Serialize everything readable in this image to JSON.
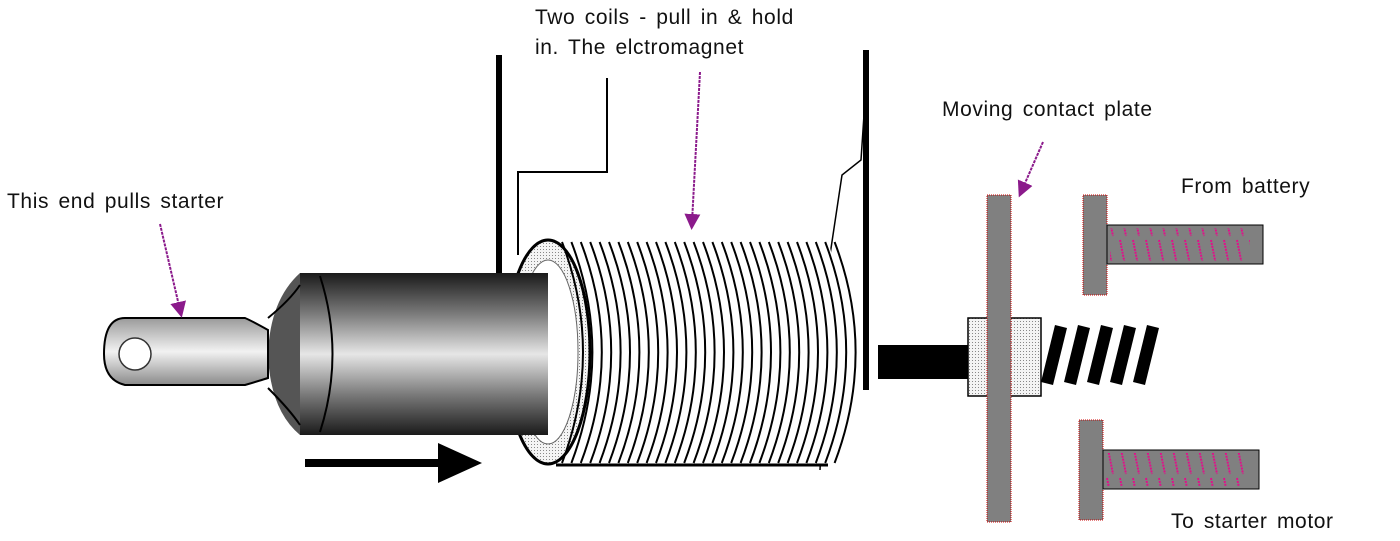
{
  "diagram": {
    "title": "Starter solenoid",
    "labels": {
      "coils_line1": "Two coils - pull in & hold",
      "coils_line2": "in. The elctromagnet",
      "plunger_end": "This end pulls starter",
      "contact_plate": "Moving contact plate",
      "from_battery": "From battery",
      "to_motor": "To starter motor"
    },
    "components": [
      {
        "id": "plunger",
        "name": "Plunger"
      },
      {
        "id": "coil",
        "name": "Electromagnet coils (pull-in & hold-in)"
      },
      {
        "id": "housing",
        "name": "Solenoid housing"
      },
      {
        "id": "contact-plate",
        "name": "Moving contact plate"
      },
      {
        "id": "return-spring",
        "name": "Return spring"
      },
      {
        "id": "battery-terminal",
        "name": "Battery terminal"
      },
      {
        "id": "motor-terminal",
        "name": "Starter motor terminal"
      }
    ],
    "motion": "right",
    "colors": {
      "annotation_arrow": "#8b1a8b",
      "terminal_fill": "#808080",
      "thread": "#e0108a",
      "outline": "#000000"
    }
  }
}
